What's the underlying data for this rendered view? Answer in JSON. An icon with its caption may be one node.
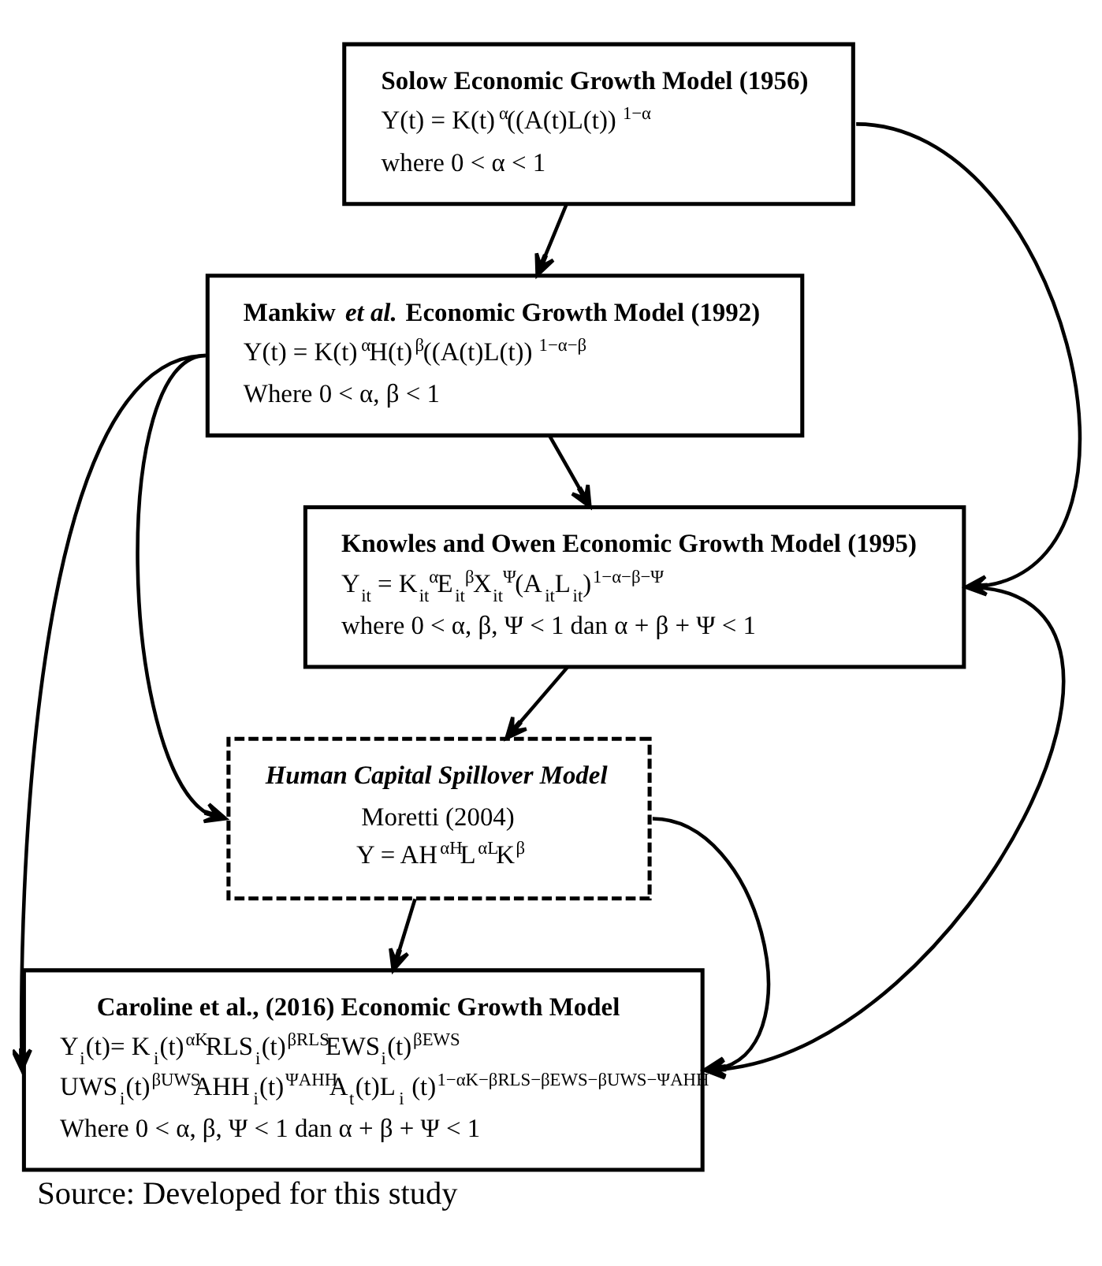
{
  "diagram": {
    "caption": "Source: Developed for this study",
    "nodes": [
      {
        "text": [
          "Solow Economic Growth Model (1956)",
          "Y(t) = K(t)$^{α}$((A(t)L(t))$^{1−α}$",
          "where 0 < α < 1"
        ]
      },
      {
        "text": [
          "Mankiw *et al.* Economic Growth Model (1992)",
          "Y(t) = K(t)$^{α}$H(t)$^{β}$((A(t)L(t))$^{1−α−β}$",
          "Where 0 < α, β < 1"
        ]
      },
      {
        "text": [
          "Knowles and Owen Economic Growth Model (1995)",
          "Y$_{it}$ = K$_{it}$$^{α}$E$_{it}$$^{β}$X$_{it}$$^{Ψ}$(A$_{it}$L$_{it}$)$^{1−α−β−Ψ}$",
          "where 0 < α, β, Ψ < 1 dan α + β + Ψ < 1"
        ]
      },
      {
        "text": [
          "Human Capital Spillover Model",
          "Moretti (2004)",
          "Y = AH$^{αH}$L$^{αL}$K$^{β}$"
        ]
      },
      {
        "text": [
          "Caroline et al., (2016) Economic Growth Model",
          "Y$_{i}$(t)= K$_{i}$(t)$^{αK}$RLS$_{i}$(t)$^{βRLS}$EWS$_{i}$(t)$^{βEWS}$ UWS$_{i}$(t)$^{βUWS}$AHH$_{i}$(t)$^{ΨAHH}$A$_{t}$(t)L$_{i}$ (t)$^{1−αK−βRLS−βEWS−βUWS−ΨAHH}$",
          "Where 0 < α, β, Ψ < 1 dan α + β + Ψ < 1"
        ]
      }
    ],
    "edges": [
      {
        "from": 0,
        "to": 1,
        "arrow": "to"
      },
      {
        "from": 0,
        "to": 2,
        "arrow": "to"
      },
      {
        "from": 1,
        "to": 2,
        "arrow": "to"
      },
      {
        "from": 1,
        "to": 4,
        "arrow": "to"
      },
      {
        "from": 1,
        "to": 3,
        "arrow": "to"
      },
      {
        "from": 2,
        "to": 3,
        "arrow": "to"
      },
      {
        "from": 2,
        "to": 4,
        "arrow": "to"
      },
      {
        "from": 3,
        "to": 4,
        "arrow": "to"
      },
      {
        "from": 3,
        "to": 4,
        "arrow": "to"
      }
    ]
  }
}
